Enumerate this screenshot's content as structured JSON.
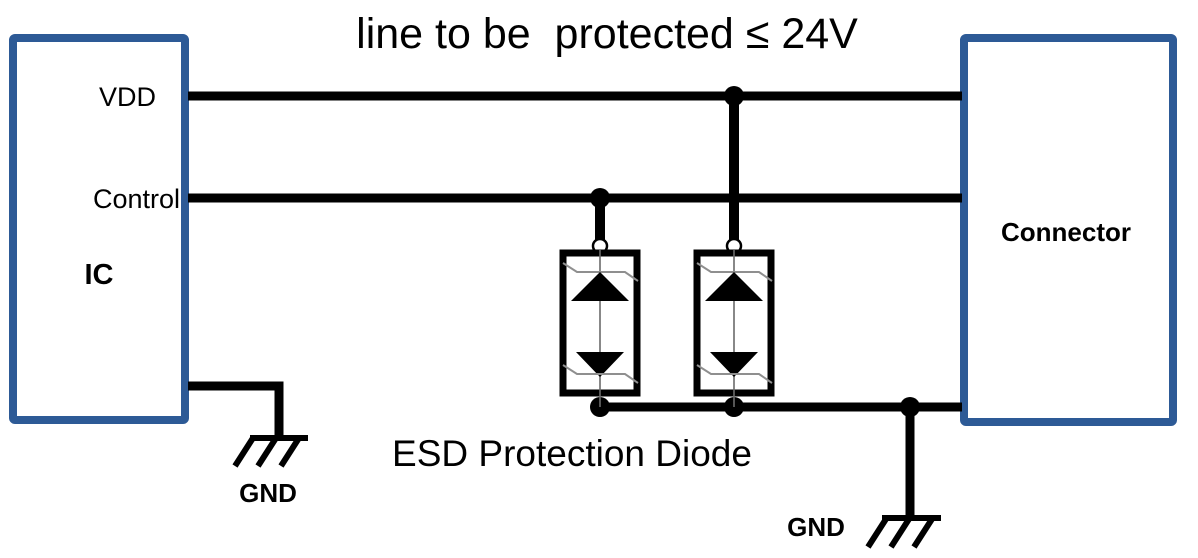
{
  "title": "line to be  protected ≤ 24V",
  "ic_box": {
    "label": "IC",
    "pin_vdd": "VDD",
    "pin_control": "Control"
  },
  "connector_box": {
    "label": "Connector"
  },
  "diodes": {
    "caption": "ESD Protection Diode",
    "count": 2,
    "type": "bidirectional TVS"
  },
  "grounds": {
    "left_label": "GND",
    "right_label": "GND"
  },
  "colors": {
    "box_border": "#2d5a96",
    "wire": "#000000",
    "background": "#ffffff",
    "zener_bar": "#8f8f8f",
    "inner_line": "#6b6b6b"
  }
}
